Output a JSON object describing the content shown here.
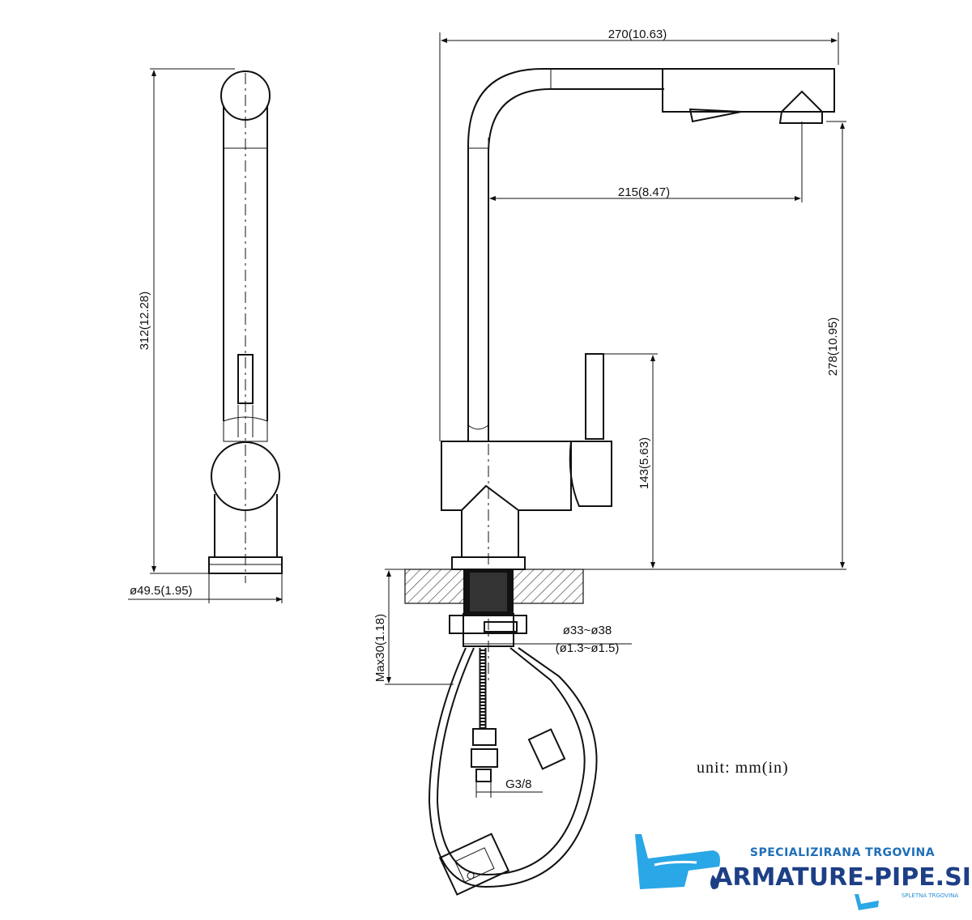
{
  "side_view": {
    "height_label": "312(12.28)",
    "base_diameter_label": "ø49.5(1.95)"
  },
  "front_view": {
    "width_label": "270(10.63)",
    "reach_label": "215(8.47)",
    "height_label": "278(10.95)",
    "lever_height_label": "143(5.63)",
    "deck_thickness_label": "Max30(1.18)",
    "hole_mm_label": "ø33~ø38",
    "hole_in_label": "(ø1.3~ø1.5)",
    "thread_label": "G3/8"
  },
  "unit_note": "unit: mm(in)",
  "logo": {
    "tagline": "SPECIALIZIRANA TRGOVINA",
    "name": "ARMATURE-PIPE.SI",
    "sub": "SPLETNA TRGOVINA",
    "color_primary": "#1d3f86",
    "color_accent": "#2aa7e6"
  }
}
